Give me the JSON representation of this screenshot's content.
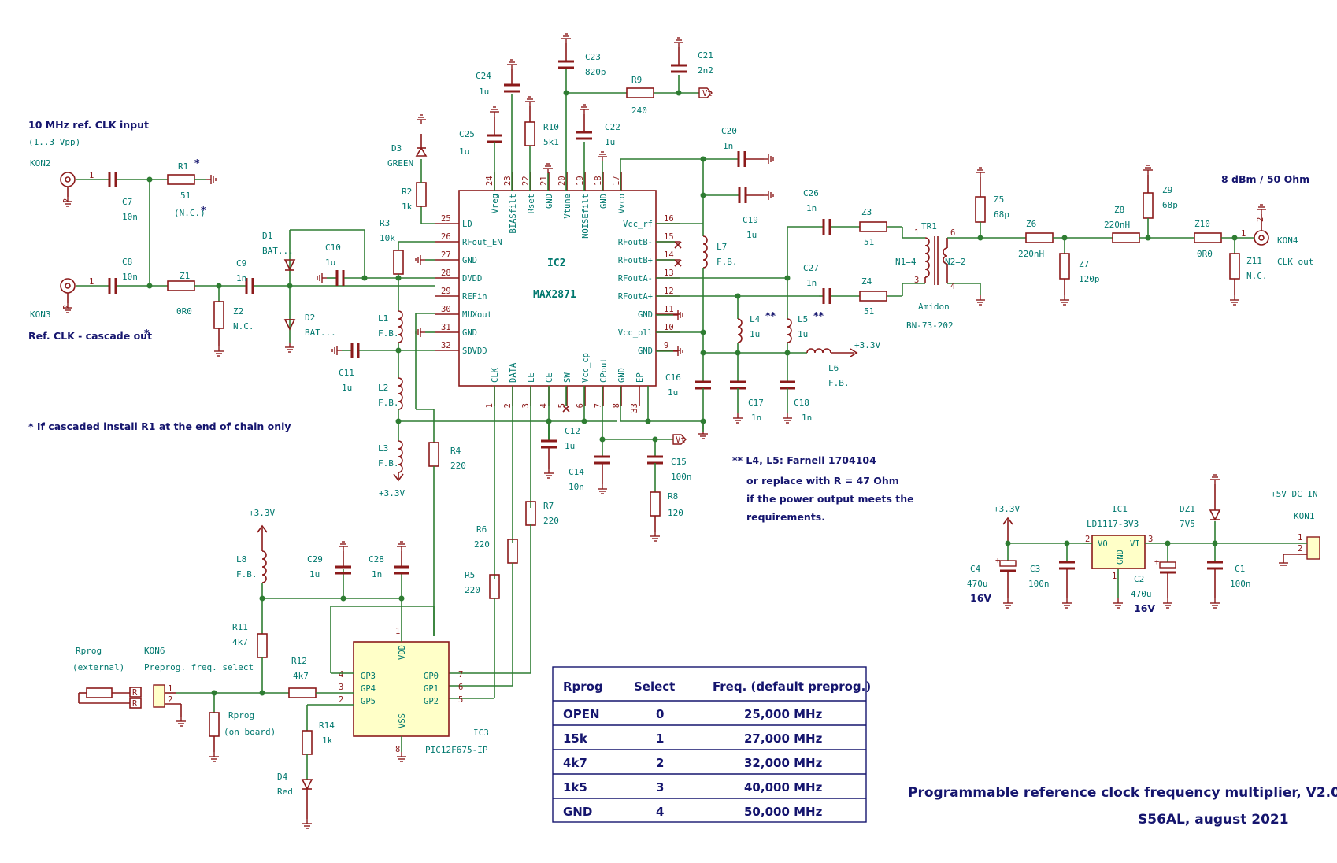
{
  "title": {
    "line1": "Programmable reference clock frequency multiplier, V2.0",
    "line2": "S56AL, august 2021"
  },
  "notes": {
    "ref_input": "10 MHz ref. CLK input",
    "ref_input_range": "(1..3 Vpp)",
    "cascade_out": "Ref. CLK - cascade out",
    "cascade_star": "*",
    "r1_note": "*  If cascaded install R1 at the end of chain only",
    "output_level": "8 dBm / 50 Ohm",
    "l4l5_note1": "** L4, L5: Farnell 1704104",
    "l4l5_note2": "or replace with R = 47 Ohm",
    "l4l5_note3": "if the power output meets the",
    "l4l5_note4": "requirements.",
    "clk_out": "CLK out",
    "dc_in": "+5V DC IN",
    "rprog_ext": "Rprog",
    "rprog_ext2": "(external)",
    "kon6_desc": "Preprog. freq. select",
    "rprog_board": "Rprog",
    "rprog_board2": "(on board)",
    "amidon1": "Amidon",
    "amidon2": "BN-73-202",
    "n1": "N1=4",
    "n2": "N2=2"
  },
  "ic2": {
    "ref": "IC2",
    "value": "MAX2871",
    "left_pins": [
      {
        "num": "25",
        "name": "LD"
      },
      {
        "num": "26",
        "name": "RFout_EN"
      },
      {
        "num": "27",
        "name": "GND"
      },
      {
        "num": "28",
        "name": "DVDD"
      },
      {
        "num": "29",
        "name": "REFin"
      },
      {
        "num": "30",
        "name": "MUXout"
      },
      {
        "num": "31",
        "name": "GND"
      },
      {
        "num": "32",
        "name": "SDVDD"
      }
    ],
    "right_pins": [
      {
        "num": "16",
        "name": "Vcc_rf"
      },
      {
        "num": "15",
        "name": "RFoutB-"
      },
      {
        "num": "14",
        "name": "RFoutB+"
      },
      {
        "num": "13",
        "name": "RFoutA-"
      },
      {
        "num": "12",
        "name": "RFoutA+"
      },
      {
        "num": "11",
        "name": "GND"
      },
      {
        "num": "10",
        "name": "Vcc_pll"
      },
      {
        "num": "9",
        "name": "GND"
      }
    ],
    "top_pins": [
      {
        "num": "24",
        "name": "Vreg"
      },
      {
        "num": "23",
        "name": "BIASfilt"
      },
      {
        "num": "22",
        "name": "Rset"
      },
      {
        "num": "21",
        "name": "GND"
      },
      {
        "num": "20",
        "name": "Vtune"
      },
      {
        "num": "19",
        "name": "NOISEfilt"
      },
      {
        "num": "18",
        "name": "GND"
      },
      {
        "num": "17",
        "name": "Vvco"
      }
    ],
    "bottom_pins": [
      {
        "num": "1",
        "name": "CLK"
      },
      {
        "num": "2",
        "name": "DATA"
      },
      {
        "num": "3",
        "name": "LE"
      },
      {
        "num": "4",
        "name": "CE"
      },
      {
        "num": "5",
        "name": "SW"
      },
      {
        "num": "6",
        "name": "Vcc_cp"
      },
      {
        "num": "7",
        "name": "CPout"
      },
      {
        "num": "8",
        "name": "GND"
      },
      {
        "num": "33",
        "name": "EP"
      }
    ]
  },
  "ic3": {
    "ref": "IC3",
    "value": "PIC12F675-IP",
    "vdd": "VDD",
    "vss": "VSS",
    "pins": [
      {
        "num": "4",
        "name": "GP3"
      },
      {
        "num": "3",
        "name": "GP4"
      },
      {
        "num": "2",
        "name": "GP5"
      },
      {
        "num": "7",
        "name": "GP0"
      },
      {
        "num": "6",
        "name": "GP1"
      },
      {
        "num": "5",
        "name": "GP2"
      },
      {
        "num": "1",
        "name": ""
      },
      {
        "num": "8",
        "name": ""
      }
    ]
  },
  "ic1": {
    "ref": "IC1",
    "value": "LD1117-3V3",
    "vo": "VO",
    "vi": "VI",
    "gnd": "GND",
    "p2": "2",
    "p3": "3",
    "p1": "1"
  },
  "components": {
    "C7": [
      "C7",
      "10n"
    ],
    "C8": [
      "C8",
      "10n"
    ],
    "R1": [
      "R1",
      "51",
      "(N.C.)"
    ],
    "Z1": [
      "Z1",
      "0R0"
    ],
    "Z2": [
      "Z2",
      "N.C."
    ],
    "C9": [
      "C9",
      "1n"
    ],
    "D1": [
      "D1",
      "BAT..."
    ],
    "D2": [
      "D2",
      "BAT..."
    ],
    "C10": [
      "C10",
      "1u"
    ],
    "R3": [
      "R3",
      "10k"
    ],
    "R2": [
      "R2",
      "1k"
    ],
    "D3": [
      "D3",
      "GREEN"
    ],
    "C24": [
      "C24",
      "1u"
    ],
    "C25": [
      "C25",
      "1u"
    ],
    "R10": [
      "R10",
      "5k1"
    ],
    "C23": [
      "C23",
      "820p"
    ],
    "C22": [
      "C22",
      "1u"
    ],
    "R9": [
      "R9",
      "240"
    ],
    "C21": [
      "C21",
      "2n2"
    ],
    "C20": [
      "C20",
      "1n"
    ],
    "C19": [
      "C19",
      "1u"
    ],
    "L7": [
      "L7",
      "F.B."
    ],
    "C26": [
      "C26",
      "1n"
    ],
    "C27": [
      "C27",
      "1n"
    ],
    "Z3": [
      "Z3",
      "51"
    ],
    "Z4": [
      "Z4",
      "51"
    ],
    "TR1": [
      "TR1"
    ],
    "Z5": [
      "Z5",
      "68p"
    ],
    "Z6": [
      "Z6",
      "220nH"
    ],
    "Z7": [
      "Z7",
      "120p"
    ],
    "Z8": [
      "Z8",
      "220nH"
    ],
    "Z9": [
      "Z9",
      "68p"
    ],
    "Z10": [
      "Z10",
      "0R0"
    ],
    "Z11": [
      "Z11",
      "N.C."
    ],
    "L4": [
      "L4",
      "1u"
    ],
    "L5": [
      "L5",
      "1u"
    ],
    "L6": [
      "L6",
      "F.B."
    ],
    "C16": [
      "C16",
      "1u"
    ],
    "C17": [
      "C17",
      "1n"
    ],
    "C18": [
      "C18",
      "1n"
    ],
    "L1": [
      "L1",
      "F.B."
    ],
    "L2": [
      "L2",
      "F.B."
    ],
    "L3": [
      "L3",
      "F.B."
    ],
    "C11": [
      "C11",
      "1u"
    ],
    "R4": [
      "R4",
      "220"
    ],
    "C12": [
      "C12",
      "1u"
    ],
    "C14": [
      "C14",
      "10n"
    ],
    "C15": [
      "C15",
      "100n"
    ],
    "R8": [
      "R8",
      "120"
    ],
    "R7": [
      "R7",
      "220"
    ],
    "R6": [
      "R6",
      "220"
    ],
    "R5": [
      "R5",
      "220"
    ],
    "L8": [
      "L8",
      "F.B."
    ],
    "C29": [
      "C29",
      "1u"
    ],
    "C28": [
      "C28",
      "1n"
    ],
    "R11": [
      "R11",
      "4k7"
    ],
    "R12": [
      "R12",
      "4k7"
    ],
    "R14": [
      "R14",
      "1k"
    ],
    "D4": [
      "D4",
      "Red"
    ],
    "KON2": [
      "KON2"
    ],
    "KON3": [
      "KON3"
    ],
    "KON4": [
      "KON4"
    ],
    "KON6": [
      "KON6"
    ],
    "KON1": [
      "KON1"
    ],
    "C4": [
      "C4",
      "470u",
      "16V"
    ],
    "C3": [
      "C3",
      "100n"
    ],
    "C2": [
      "C2",
      "470u",
      "16V"
    ],
    "C1": [
      "C1",
      "100n"
    ],
    "DZ1": [
      "DZ1",
      "7V5"
    ]
  },
  "power": {
    "p33": "+3.3V",
    "vt": "Vt"
  },
  "table": {
    "headers": [
      "Rprog",
      "Select",
      "Freq. (default preprog.)"
    ],
    "rows": [
      [
        "OPEN",
        "0",
        "25,000 MHz"
      ],
      [
        "15k",
        "1",
        "27,000 MHz"
      ],
      [
        "4k7",
        "2",
        "32,000 MHz"
      ],
      [
        "1k5",
        "3",
        "40,000 MHz"
      ],
      [
        "GND",
        "4",
        "50,000 MHz"
      ]
    ]
  },
  "colors": {
    "wire": "#2e7d32",
    "component": "#8b1a1a",
    "text": "#00786e",
    "note": "#15156e",
    "ic_fill": "#ffffc8"
  }
}
